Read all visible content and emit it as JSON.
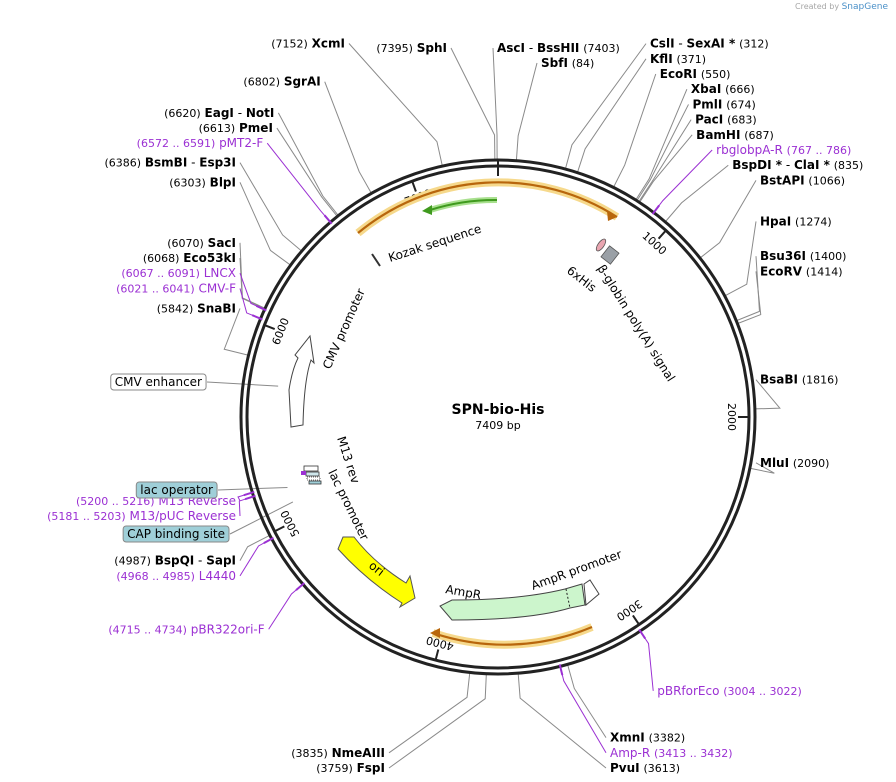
{
  "credit": {
    "prefix": "Created by",
    "brand": "SnapGene"
  },
  "plasmid": {
    "name": "SPN-bio-His",
    "length": "7409 bp"
  },
  "ticks": [
    {
      "angle": 42.0,
      "label": "1000"
    },
    {
      "angle": 90.0,
      "label": "2000"
    },
    {
      "angle": 145.8,
      "label": "3000"
    },
    {
      "angle": 194.4,
      "label": "4000"
    },
    {
      "angle": 242.9,
      "label": "5000"
    },
    {
      "angle": 291.5,
      "label": "6000"
    },
    {
      "angle": 340.0,
      "label": "7000"
    }
  ],
  "sites": [
    {
      "name": "AscI",
      "sep": "-",
      "name2": "BssHII",
      "pos": "(7403)",
      "numFirst": false,
      "color": "#000000",
      "angle": 359.8
    },
    {
      "name": "SbfI",
      "pos": "(84)",
      "numFirst": false,
      "color": "#000000",
      "angle": 4.1
    },
    {
      "name": "CslI",
      "sep": "-",
      "name2": "SexAI *",
      "pos": "(312)",
      "numFirst": false,
      "color": "#000000",
      "angle": 15.2
    },
    {
      "name": "KflI",
      "pos": "(371)",
      "numFirst": false,
      "color": "#000000",
      "angle": 18.0
    },
    {
      "name": "EcoRI",
      "pos": "(550)",
      "numFirst": false,
      "color": "#000000",
      "angle": 26.7
    },
    {
      "name": "XbaI",
      "pos": "(666)",
      "numFirst": false,
      "color": "#000000",
      "angle": 32.4
    },
    {
      "name": "PmlI",
      "pos": "(674)",
      "numFirst": false,
      "color": "#000000",
      "angle": 32.7
    },
    {
      "name": "PacI",
      "pos": "(683)",
      "numFirst": false,
      "color": "#000000",
      "angle": 33.2
    },
    {
      "name": "BamHI",
      "pos": "(687)",
      "numFirst": false,
      "color": "#000000",
      "angle": 33.4
    },
    {
      "name": "rbglobpA-R",
      "pos": "(767 .. 786)",
      "numFirst": false,
      "color": "#9b30d3",
      "angle": 37.3
    },
    {
      "name": "BspDI *",
      "sep": "-",
      "name2": "ClaI *",
      "pos": "(835)",
      "numFirst": false,
      "color": "#000000",
      "angle": 40.6
    },
    {
      "name": "BstAPI",
      "pos": "(1066)",
      "numFirst": false,
      "color": "#000000",
      "angle": 51.8
    },
    {
      "name": "HpaI",
      "pos": "(1274)",
      "numFirst": false,
      "color": "#000000",
      "angle": 61.9
    },
    {
      "name": "Bsu36I",
      "pos": "(1400)",
      "numFirst": false,
      "color": "#000000",
      "angle": 68.0
    },
    {
      "name": "EcoRV",
      "pos": "(1414)",
      "numFirst": false,
      "color": "#000000",
      "angle": 68.7
    },
    {
      "name": "BsaBI",
      "pos": "(1816)",
      "numFirst": false,
      "color": "#000000",
      "angle": 88.2
    },
    {
      "name": "MluI",
      "pos": "(2090)",
      "numFirst": false,
      "color": "#000000",
      "angle": 101.5
    },
    {
      "name": "pBRforEco",
      "pos": "(3004 .. 3022)",
      "numFirst": false,
      "color": "#9b30d3",
      "angle": 146.4
    },
    {
      "name": "XmnI",
      "pos": "(3382)",
      "numFirst": false,
      "color": "#000000",
      "angle": 164.3
    },
    {
      "name": "Amp-R",
      "pos": "(3413 .. 3432)",
      "numFirst": false,
      "color": "#9b30d3",
      "angle": 166.0
    },
    {
      "name": "PvuI",
      "pos": "(3613)",
      "numFirst": false,
      "color": "#000000",
      "angle": 175.5
    },
    {
      "name": "FspI",
      "pos": "(3759)",
      "numFirst": true,
      "color": "#000000",
      "angle": 182.6
    },
    {
      "name": "NmeAIII",
      "pos": "(3835)",
      "numFirst": true,
      "color": "#000000",
      "angle": 186.3
    },
    {
      "name": "pBR322ori-F",
      "pos": "(4715 .. 4734)",
      "numFirst": true,
      "color": "#9b30d3",
      "angle": 229.4
    },
    {
      "name": "L4440",
      "pos": "(4968 .. 4985)",
      "numFirst": true,
      "color": "#9b30d3",
      "angle": 241.7
    },
    {
      "name": "BspQI",
      "sep": "-",
      "name2": "SapI",
      "pos": "(4987)",
      "numFirst": true,
      "color": "#000000",
      "angle": 242.6
    },
    {
      "name": "M13/pUC Reverse",
      "pos": "(5181 .. 5203)",
      "numFirst": true,
      "color": "#9b30d3",
      "angle": 252.0
    },
    {
      "name": "M13 Reverse",
      "pos": "(5200 .. 5216)",
      "numFirst": true,
      "color": "#9b30d3",
      "angle": 252.9
    },
    {
      "name": "SnaBI",
      "pos": "(5842)",
      "numFirst": true,
      "color": "#000000",
      "angle": 283.9
    },
    {
      "name": "CMV-F",
      "pos": "(6021 .. 6041)",
      "numFirst": true,
      "color": "#9b30d3",
      "angle": 292.5
    },
    {
      "name": "LNCX",
      "pos": "(6067 .. 6091)",
      "numFirst": true,
      "color": "#9b30d3",
      "angle": 294.7
    },
    {
      "name": "Eco53kI",
      "pos": "(6068)",
      "numFirst": true,
      "color": "#000000",
      "angle": 294.9
    },
    {
      "name": "SacI",
      "pos": "(6070)",
      "numFirst": true,
      "color": "#000000",
      "angle": 295.0
    },
    {
      "name": "BlpI",
      "pos": "(6303)",
      "numFirst": true,
      "color": "#000000",
      "angle": 306.2
    },
    {
      "name": "BsmBI",
      "sep": "-",
      "name2": "Esp3I",
      "pos": "(6386)",
      "numFirst": true,
      "color": "#000000",
      "angle": 310.2
    },
    {
      "name": "pMT2-F",
      "pos": "(6572 .. 6591)",
      "numFirst": true,
      "color": "#9b30d3",
      "angle": 319.3
    },
    {
      "name": "PmeI",
      "pos": "(6613)",
      "numFirst": true,
      "color": "#000000",
      "angle": 321.3
    },
    {
      "name": "EagI",
      "sep": "-",
      "name2": "NotI",
      "pos": "(6620)",
      "numFirst": true,
      "color": "#000000",
      "angle": 321.6
    },
    {
      "name": "SgrAI",
      "pos": "(6802)",
      "numFirst": true,
      "color": "#000000",
      "angle": 330.5
    },
    {
      "name": "XcmI",
      "pos": "(7152)",
      "numFirst": true,
      "color": "#000000",
      "angle": 347.5
    },
    {
      "name": "SphI",
      "pos": "(7395)",
      "numFirst": true,
      "color": "#000000",
      "angle": 359.3
    }
  ],
  "boxed_features": [
    {
      "label": "CMV enhancer",
      "fill": "#ffffff",
      "angle": 278.0
    },
    {
      "label": "lac operator",
      "fill": "#9fcfd8",
      "angle": 251.5
    },
    {
      "label": "CAP binding site",
      "fill": "#9fcfd8",
      "angle": 247.5
    }
  ],
  "features": [
    {
      "label": "Kozak sequence"
    },
    {
      "label": "6xHis"
    },
    {
      "label": "β-globin poly(A) signal"
    },
    {
      "label": "CMV promoter"
    },
    {
      "label": "M13 rev"
    },
    {
      "label": "lac promoter"
    },
    {
      "label": "ori"
    },
    {
      "label": "AmpR"
    },
    {
      "label": "AmpR promoter"
    }
  ],
  "colors": {
    "backbone": "#222222",
    "ori": "#ffff00",
    "ampr": "#ccf5cc",
    "orf": "#f0a040",
    "green": "#55bb33",
    "primer": "#9b30d3",
    "lac": "#9fcfd8"
  }
}
